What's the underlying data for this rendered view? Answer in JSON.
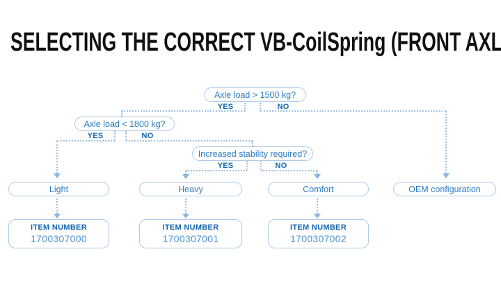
{
  "title": "SELECTING THE CORRECT VB-CoilSpring (FRONT AXLE)",
  "flowchart": {
    "decisions": [
      {
        "question": "Axle load > 1500 kg?",
        "yes_label": "YES",
        "no_label": "NO"
      },
      {
        "question": "Axle load < 1800 kg?",
        "yes_label": "YES",
        "no_label": "NO"
      },
      {
        "question": "Increased stability required?",
        "yes_label": "YES",
        "no_label": "NO"
      }
    ],
    "outcomes": [
      {
        "label": "Light",
        "item_label": "ITEM NUMBER",
        "item_number": "1700307000"
      },
      {
        "label": "Heavy",
        "item_label": "ITEM NUMBER",
        "item_number": "1700307001"
      },
      {
        "label": "Comfort",
        "item_label": "ITEM NUMBER",
        "item_number": "1700307002"
      },
      {
        "label": "OEM configuration"
      }
    ]
  },
  "colors": {
    "question_text": "#2e7dc1",
    "yes_no_text": "#1565b0",
    "item_number_text": "#4d92d2",
    "box_border": "#a9c9e8",
    "dotted_line": "#9cc3e6",
    "arrow": "#85b9e3",
    "title_text": "#111111",
    "background": "#ffffff"
  }
}
